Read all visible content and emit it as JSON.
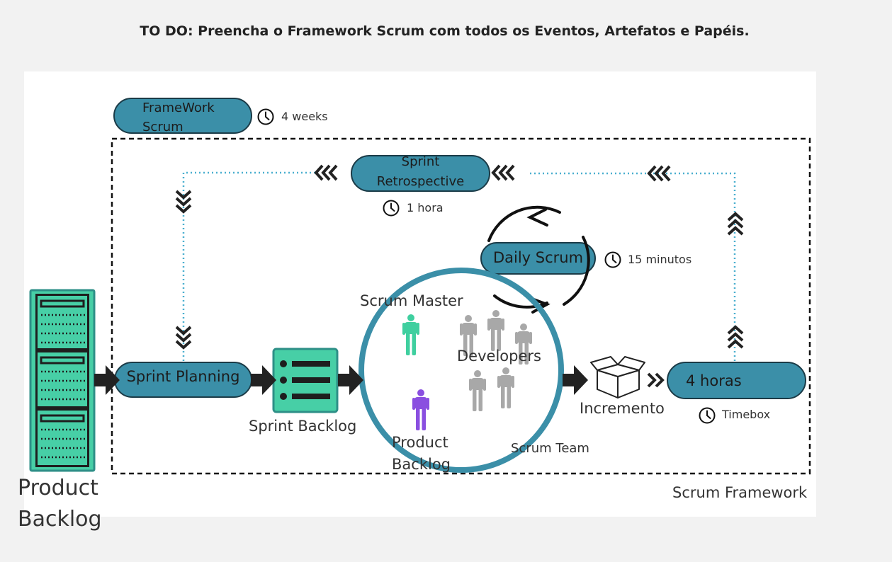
{
  "heading": "TO DO: Preencha o Framework Scrum com todos os Eventos, Artefatos e Papéis.",
  "colors": {
    "pill": "#3b8fa8",
    "teal_artifact": "#47cfa6",
    "scrum_master": "#3fcf9f",
    "product_owner": "#8a4fe0",
    "developers": "#a8a8a8",
    "arrows": "#222222",
    "dotted_line": "#4aafcf",
    "team_circle": "#3b8fa8"
  },
  "framework_pill": {
    "line1": "FrameWork",
    "line2": "Scrum",
    "duration": "4 weeks"
  },
  "retro_pill": {
    "line1": "Sprint",
    "line2": "Retrospective",
    "duration": "1 hora"
  },
  "daily_pill": {
    "label": "Daily Scrum",
    "duration": "15 minutos"
  },
  "planning_pill": {
    "label": "Sprint Planning"
  },
  "review_pill": {
    "label": "4 horas",
    "caption": "Timebox"
  },
  "sprint_backlog_label": "Sprint Backlog",
  "increment_label": "Incremento",
  "team": {
    "scrum_master": "Scrum Master",
    "developers": "Developers",
    "product_owner_line1": "Product",
    "product_owner_line2": "Backlog",
    "team_label": "Scrum Team"
  },
  "product_backlog": {
    "line1": "Product",
    "line2": "Backlog"
  },
  "framework_caption": "Scrum Framework",
  "icons": [
    "clock-icon",
    "person-icon",
    "open-box-icon",
    "list-icon",
    "server-rack-icon",
    "chevron-arrow-icon"
  ]
}
